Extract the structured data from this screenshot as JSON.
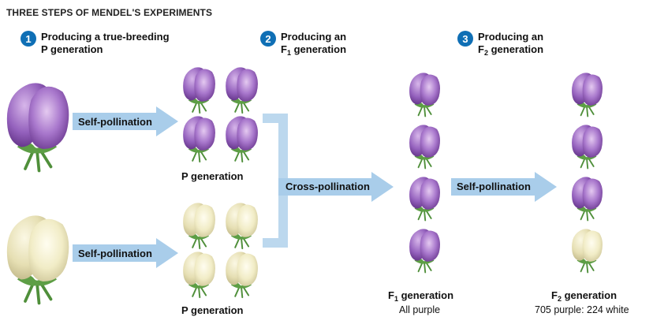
{
  "title": "THREE STEPS OF MENDEL'S EXPERIMENTS",
  "steps": [
    {
      "number": "1",
      "line1": "Producing a true-breeding",
      "line2": "P generation"
    },
    {
      "number": "2",
      "line1": "Producing an",
      "line2_pre": "F",
      "line2_sub": "1",
      "line2_post": " generation"
    },
    {
      "number": "3",
      "line1": "Producing an",
      "line2_pre": "F",
      "line2_sub": "2",
      "line2_post": " generation"
    }
  ],
  "arrows": {
    "self_pollination": "Self-pollination",
    "cross_pollination": "Cross-pollination"
  },
  "labels": {
    "p_generation": "P generation",
    "f1_pre": "F",
    "f1_sub": "1",
    "f1_post": " generation",
    "f1_note": "All purple",
    "f2_pre": "F",
    "f2_sub": "2",
    "f2_post": " generation",
    "f2_note": "705 purple: 224 white"
  },
  "colors": {
    "purple_flower": "#9b62c0",
    "white_flower": "#efeac2",
    "arrow_fill": "#a9cdea",
    "badge": "#0f6fb5",
    "bracket": "#bcd8ee"
  }
}
